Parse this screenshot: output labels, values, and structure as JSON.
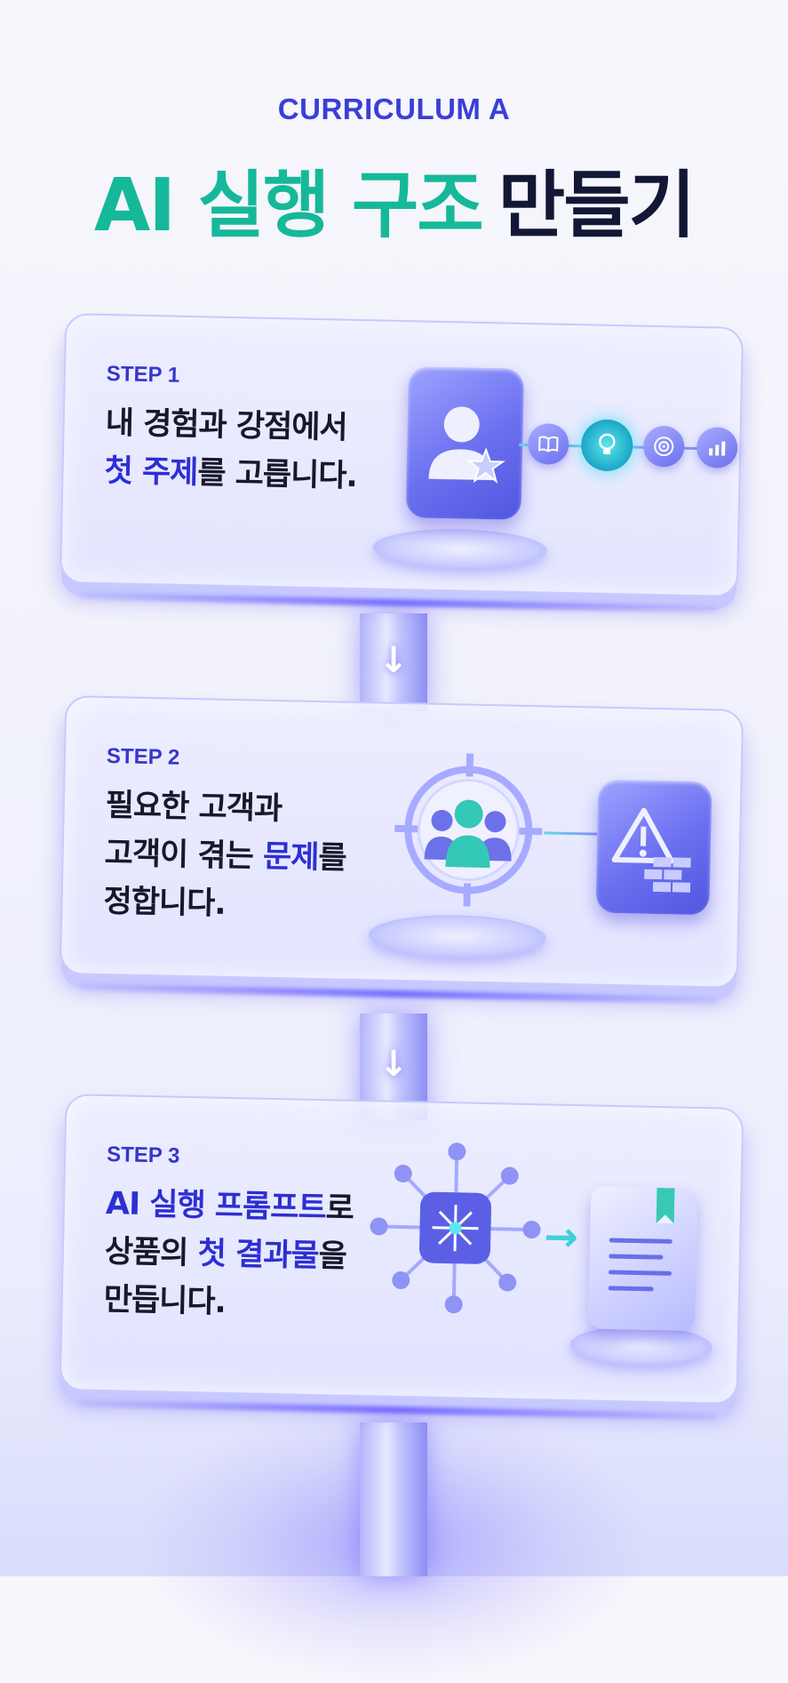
{
  "header": {
    "eyebrow": "CURRICULUM A",
    "title_accent": "AI 실행 구조",
    "title_rest": "만들기"
  },
  "steps": [
    {
      "label": "STEP 1",
      "line1": "내 경험과 강점에서",
      "line2_hl": "첫 주제",
      "line2_rest": "를 고릅니다."
    },
    {
      "label": "STEP 2",
      "line1": "필요한 고객과",
      "line2_a": "고객이 겪는 ",
      "line2_hl": "문제",
      "line2_b": "를",
      "line3": "정합니다."
    },
    {
      "label": "STEP 3",
      "line1_hl": "AI 실행 프롬프트",
      "line1_rest": "로",
      "line2_a": "상품의 ",
      "line2_hl": "첫 결과물",
      "line2_b": "을",
      "line3": "만듭니다."
    }
  ],
  "icons": {
    "step1": [
      "user-star-icon",
      "book-icon",
      "lightbulb-icon",
      "target-icon",
      "chart-icon"
    ],
    "step2": [
      "target-group-icon",
      "warning-wall-icon"
    ],
    "step3": [
      "ai-network-icon",
      "arrow-right-icon",
      "document-bookmark-icon"
    ]
  },
  "colors": {
    "accent_green": "#16b89a",
    "accent_blue": "#2d2fd2",
    "title_dark": "#121735"
  }
}
